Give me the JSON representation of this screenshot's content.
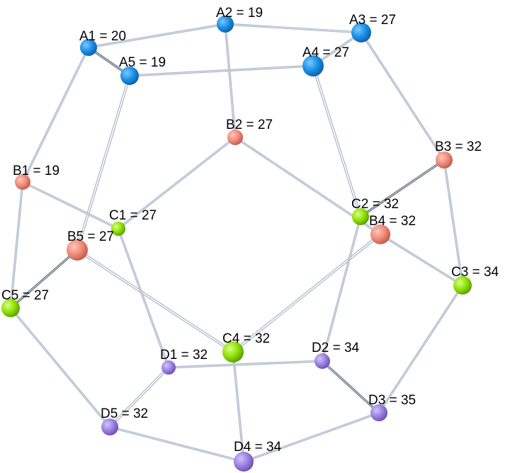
{
  "graph": {
    "nodes": [
      {
        "id": "A1",
        "label": "A1 = 20",
        "group": "A"
      },
      {
        "id": "A2",
        "label": "A2 = 19",
        "group": "A"
      },
      {
        "id": "A3",
        "label": "A3 = 27",
        "group": "A"
      },
      {
        "id": "A4",
        "label": "A4 = 27",
        "group": "A"
      },
      {
        "id": "A5",
        "label": "A5 = 19",
        "group": "A"
      },
      {
        "id": "B1",
        "label": "B1 = 19",
        "group": "B"
      },
      {
        "id": "B2",
        "label": "B2 = 27",
        "group": "B"
      },
      {
        "id": "B3",
        "label": "B3 = 32",
        "group": "B"
      },
      {
        "id": "B4",
        "label": "B4 = 32",
        "group": "B"
      },
      {
        "id": "B5",
        "label": "B5 = 27",
        "group": "B"
      },
      {
        "id": "C1",
        "label": "C1 = 27",
        "group": "C"
      },
      {
        "id": "C2",
        "label": "C2 = 32",
        "group": "C"
      },
      {
        "id": "C3",
        "label": "C3 = 34",
        "group": "C"
      },
      {
        "id": "C4",
        "label": "C4 = 32",
        "group": "C"
      },
      {
        "id": "C5",
        "label": "C5 = 27",
        "group": "C"
      },
      {
        "id": "D1",
        "label": "D1 = 32",
        "group": "D"
      },
      {
        "id": "D2",
        "label": "D2 = 34",
        "group": "D"
      },
      {
        "id": "D3",
        "label": "D3 = 35",
        "group": "D"
      },
      {
        "id": "D4",
        "label": "D4 = 34",
        "group": "D"
      },
      {
        "id": "D5",
        "label": "D5 = 32",
        "group": "D"
      }
    ],
    "edges": [
      [
        "A1",
        "A2"
      ],
      [
        "A2",
        "A3"
      ],
      [
        "A3",
        "A4"
      ],
      [
        "A4",
        "A5"
      ],
      [
        "A5",
        "A1"
      ],
      [
        "A1",
        "B1"
      ],
      [
        "A2",
        "B2"
      ],
      [
        "A3",
        "B3"
      ],
      [
        "A4",
        "C2"
      ],
      [
        "A5",
        "B5"
      ],
      [
        "B1",
        "C1"
      ],
      [
        "B1",
        "C5"
      ],
      [
        "B2",
        "C1"
      ],
      [
        "B2",
        "B4"
      ],
      [
        "B3",
        "C2"
      ],
      [
        "B3",
        "C3"
      ],
      [
        "B4",
        "C3"
      ],
      [
        "B4",
        "C4"
      ],
      [
        "B5",
        "C5"
      ],
      [
        "B5",
        "C4"
      ],
      [
        "C1",
        "D1"
      ],
      [
        "C2",
        "D2"
      ],
      [
        "C3",
        "D3"
      ],
      [
        "C4",
        "D4"
      ],
      [
        "C5",
        "D5"
      ],
      [
        "D1",
        "D2"
      ],
      [
        "D2",
        "D3"
      ],
      [
        "D3",
        "D4"
      ],
      [
        "D4",
        "D5"
      ],
      [
        "D5",
        "D1"
      ]
    ]
  },
  "group_colors": {
    "A": "#1a8fe6",
    "B": "#f08a7a",
    "C": "#8ee000",
    "D": "#9a7fe0"
  }
}
